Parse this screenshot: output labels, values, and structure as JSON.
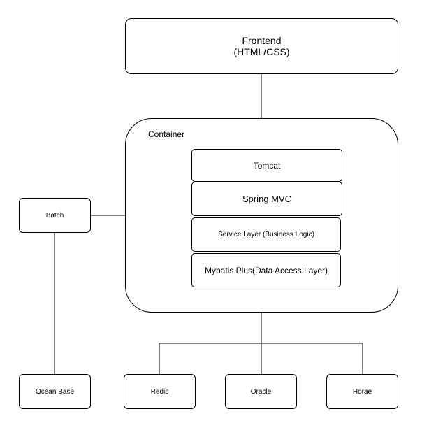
{
  "frontend": {
    "title": "Frontend",
    "subtitle": "(HTML/CSS)"
  },
  "container": {
    "label": "Container",
    "layers": {
      "tomcat": "Tomcat",
      "spring_mvc": "Spring MVC",
      "service": "Service Layer (Business Logic)",
      "mybatis": "Mybatis Plus(Data Access Layer)"
    }
  },
  "batch": {
    "label": "Batch"
  },
  "datastores": {
    "ocean_base": "Ocean Base",
    "redis": "Redis",
    "oracle": "Oracle",
    "horae": "Horae"
  }
}
